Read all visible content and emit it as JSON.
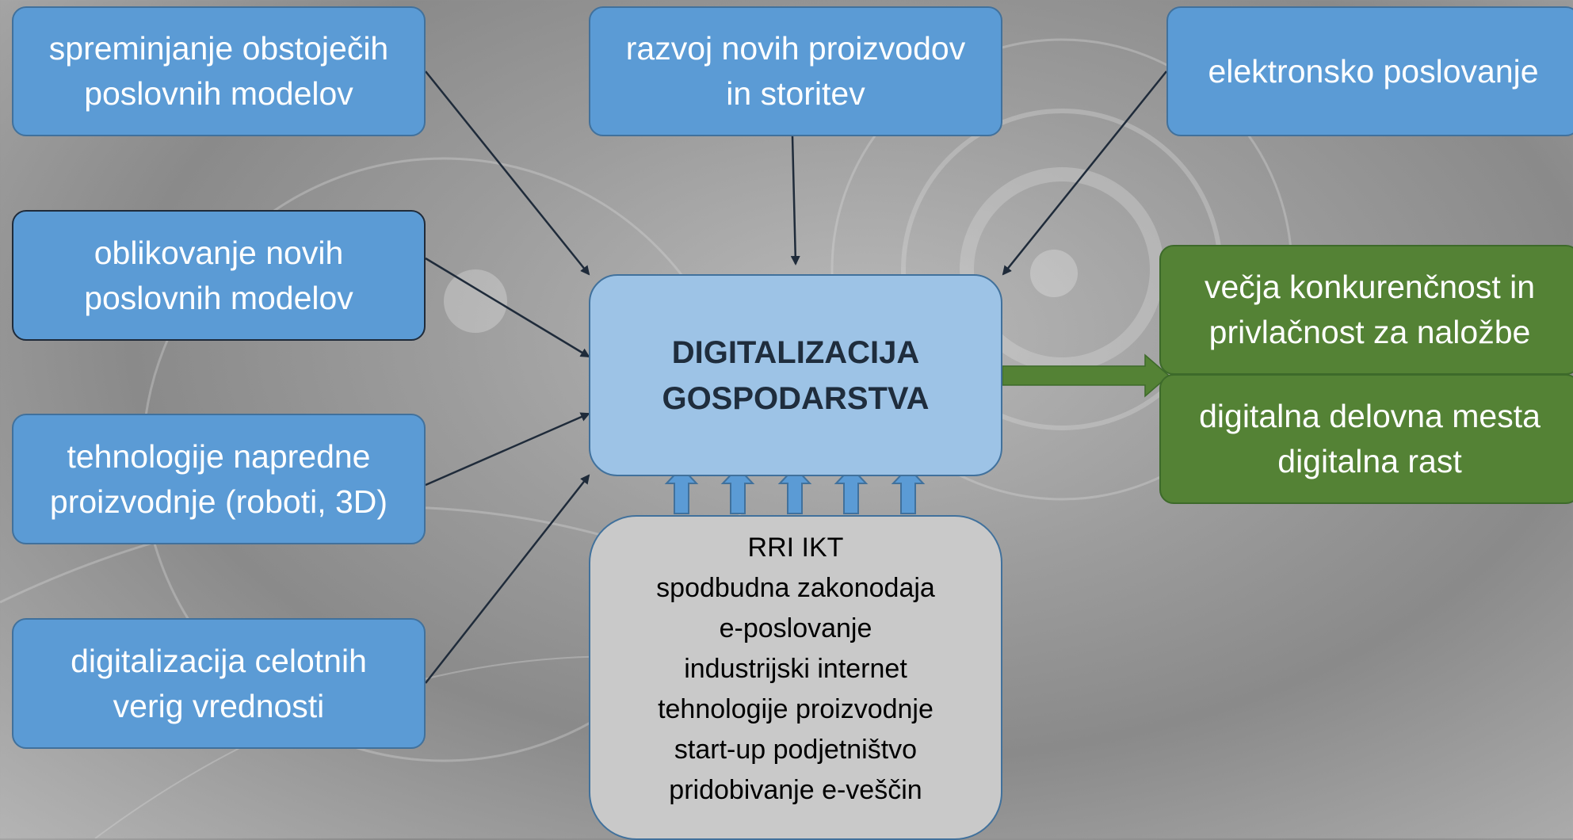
{
  "diagram": {
    "left_boxes": [
      {
        "line1": "spreminjanje obstoječih",
        "line2": "poslovnih modelov"
      },
      {
        "line1": "oblikovanje novih",
        "line2": "poslovnih modelov"
      },
      {
        "line1": "tehnologije napredne",
        "line2": "proizvodnje (roboti, 3D)"
      },
      {
        "line1": "digitalizacija celotnih",
        "line2": "verig vrednosti"
      }
    ],
    "top_box": {
      "line1": "razvoj novih proizvodov",
      "line2": "in storitev"
    },
    "top_right_box": {
      "line1": "elektronsko poslovanje"
    },
    "center_box": {
      "line1": "DIGITALIZACIJA",
      "line2": "GOSPODARSTVA"
    },
    "output_boxes": [
      {
        "line1": "večja konkurenčnost in",
        "line2": "privlačnost za naložbe"
      },
      {
        "line1": "digitalna delovna mesta",
        "line2": "digitalna rast"
      }
    ],
    "enablers_box": {
      "lines": [
        "RRI IKT",
        "spodbudna zakonodaja",
        "e-poslovanje",
        "industrijski internet",
        "tehnologije proizvodnje",
        "start-up podjetništvo",
        "pridobivanje e-veščin"
      ]
    },
    "colors": {
      "input_box": "#5b9bd5",
      "center_box": "#9dc3e6",
      "output_box": "#548235",
      "enablers_box": "#c9c9c9",
      "connector": "#1f2b3a"
    }
  }
}
